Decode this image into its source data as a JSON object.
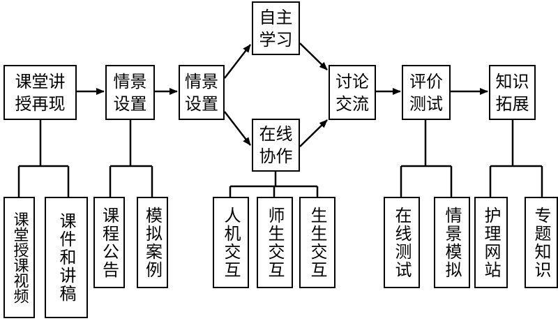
{
  "flow": {
    "lecture_replay": "课堂讲\n授再现",
    "scenario_1": "情景\n设置",
    "scenario_2": "情景\n设置",
    "self_study": "自主\n学习",
    "online_collab": "在线\n协作",
    "discussion": "讨论\n交流",
    "evaluation": "评价\n测试",
    "knowledge_ext": "知识\n拓展"
  },
  "sub": {
    "class_video": "课堂授课视频",
    "courseware": "课件和讲稿",
    "course_notice": "课程公告",
    "model_case": "模拟案例",
    "human_computer": "人机交互",
    "teacher_student": "师生交互",
    "student_student": "生生交互",
    "online_test": "在线测试",
    "scenario_sim": "情景模拟",
    "nursing_site": "护理网站",
    "topic_knowledge": "专题知识"
  },
  "colors": {
    "line": "#000000",
    "box_fill": "#ffffff"
  }
}
